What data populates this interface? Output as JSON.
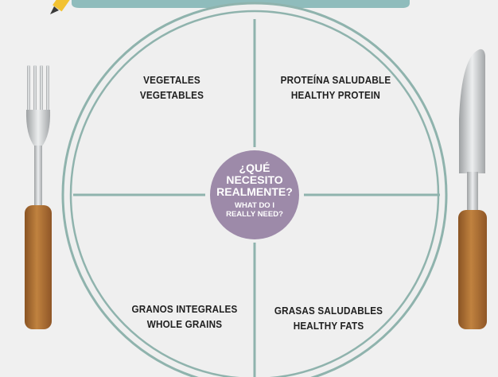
{
  "colors": {
    "background": "#f0f0f0",
    "plate_fill": "#efefef",
    "plate_rim": "#8fb3ad",
    "divider": "#8fb3ad",
    "center_circle": "#9d8aa9",
    "banner": "#8fbcbc",
    "handle": "#b7773e",
    "metal": "#c9cbcc",
    "text": "#202020",
    "center_text": "#ffffff"
  },
  "sectors": {
    "top_left": {
      "line1": "VEGETALES",
      "line2": "VEGETABLES"
    },
    "top_right": {
      "line1": "PROTEÍNA SALUDABLE",
      "line2": "HEALTHY PROTEIN"
    },
    "bottom_left": {
      "line1": "GRANOS INTEGRALES",
      "line2": "WHOLE GRAINS"
    },
    "bottom_right": {
      "line1": "GRASAS SALUDABLES",
      "line2": "HEALTHY FATS"
    }
  },
  "center": {
    "spanish": [
      "¿QUÉ",
      "NECESITO",
      "REALMENTE?"
    ],
    "english": [
      "WHAT DO I",
      "REALLY NEED?"
    ]
  },
  "icons": {
    "fork": "fork-icon",
    "knife": "knife-icon",
    "pencil": "pencil-icon"
  }
}
